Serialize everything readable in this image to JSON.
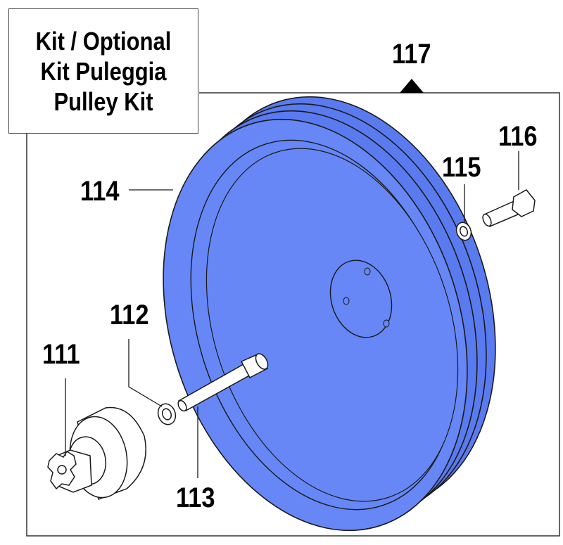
{
  "kit_label": {
    "line1": "Kit / Optional",
    "line2": "Kit Puleggia",
    "line3": "Pulley Kit"
  },
  "callouts": {
    "c111": "111",
    "c112": "112",
    "c113": "113",
    "c114": "114",
    "c115": "115",
    "c116": "116",
    "c117": "117"
  },
  "colors": {
    "pulley_face": "#6687f5",
    "pulley_rim": "#5a7bef",
    "outline": "#1a1a1a"
  },
  "icons": [
    "pulley",
    "hub-adapter",
    "washer",
    "long-bolt",
    "short-bolt"
  ]
}
